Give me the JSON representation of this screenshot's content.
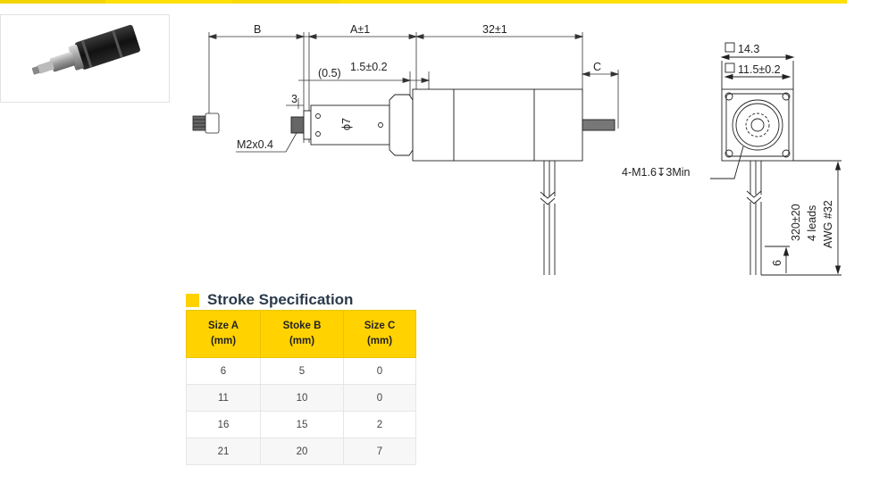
{
  "colors": {
    "accent": "#ffd200",
    "title": "#2b3a4a"
  },
  "product_image": {
    "icon": "linear-actuator-motor-photo"
  },
  "drawing": {
    "dim_b": "B",
    "dim_a": "A±1",
    "dim_32": "32±1",
    "dim_c": "C",
    "dim_05": "(0.5)",
    "dim_15": "1.5±0.2",
    "dim_3": "3",
    "dim_d7": "ϕ7",
    "thread": "M2x0.4",
    "sq_143": "14.3",
    "sq_115": "11.5±0.2",
    "mount_holes": "4-M1.6↧3Min",
    "dim_6": "6",
    "lead_length": "320±20",
    "lead_count": "4 leads",
    "lead_gauge": "AWG #32"
  },
  "stroke_spec": {
    "title": "Stroke Specification",
    "headers": [
      [
        "Size A",
        "(mm)"
      ],
      [
        "Stoke B",
        "(mm)"
      ],
      [
        "Size C",
        "(mm)"
      ]
    ],
    "rows": [
      [
        "6",
        "5",
        "0"
      ],
      [
        "11",
        "10",
        "0"
      ],
      [
        "16",
        "15",
        "2"
      ],
      [
        "21",
        "20",
        "7"
      ]
    ]
  }
}
